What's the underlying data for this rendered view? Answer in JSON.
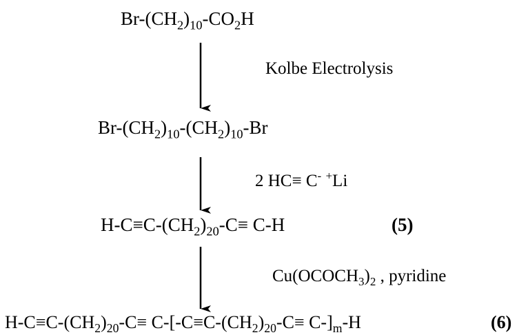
{
  "scheme": {
    "start_material": {
      "a": "Br-(CH",
      "b": "2",
      "c": ")",
      "d": "10",
      "e": "-CO",
      "f": "2",
      "g": "H"
    },
    "step1_condition": "Kolbe Electrolysis",
    "intermediate1": {
      "a": "Br-(CH",
      "b": "2",
      "c": ")",
      "d": "10",
      "e": "-(CH",
      "f": "2",
      "g": ")",
      "h": "10",
      "i": "-Br"
    },
    "step2_condition": {
      "a": "2  HC",
      "b": "≡",
      "c": " C",
      "d": "-",
      "e": " ",
      "f": "+",
      "g": "Li"
    },
    "intermediate2": {
      "a": "H-C",
      "b": "≡",
      "c": "C-(CH",
      "d": "2",
      "e": ")",
      "f": "20",
      "g": "-C",
      "h": "≡",
      "i": " C-H",
      "label": "(5)"
    },
    "step3_condition": {
      "a": "Cu(OCOCH",
      "b": "3",
      "c": ")",
      "d": "2",
      "e": " , pyridine"
    },
    "product": {
      "a": "H-C",
      "b": "≡",
      "c": "C-(CH",
      "d": "2",
      "e": ")",
      "f": "20",
      "g": "-C",
      "h": "≡",
      "i": " C-[-C",
      "j": "≡",
      "k": "C-(CH",
      "l": "2",
      "m": ")",
      "n": "20",
      "o": "-C",
      "p": "≡",
      "q": " C-]",
      "r": "m",
      "s": "-H",
      "label": "(6)"
    },
    "arrow_color": "#000000"
  }
}
